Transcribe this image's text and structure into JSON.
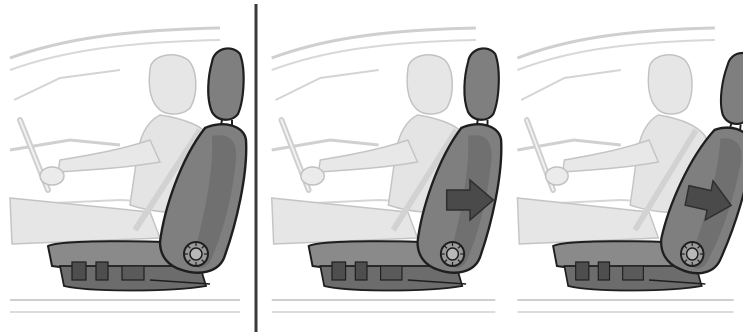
{
  "panels": [
    {
      "id": "panel-1",
      "arrow": "none"
    },
    {
      "id": "panel-2",
      "arrow": "straight-right"
    },
    {
      "id": "panel-3",
      "arrow": "right-tilted-down"
    }
  ],
  "colors": {
    "background": "#ffffff",
    "car_interior_lines": "#c9c9c9",
    "occupant_fill": "#e4e4e4",
    "occupant_stroke": "#bdbdbd",
    "seat_fill": "#7f7f7f",
    "seat_dark": "#5f5f5f",
    "seat_outline": "#1e1e1e",
    "divider": "#3a3a3a",
    "arrow": "#4a4a4a"
  },
  "icons": [
    "recline-knob-icon",
    "direction-arrow-icon"
  ]
}
